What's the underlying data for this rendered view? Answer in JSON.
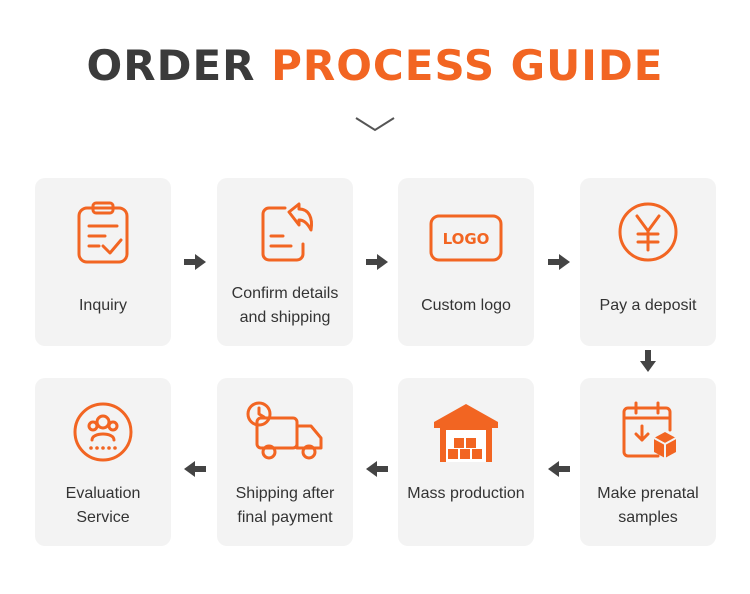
{
  "title": {
    "part1": "ORDER",
    "part2": "PROCESS GUIDE"
  },
  "colors": {
    "accent": "#f26522",
    "dark": "#3b3b3b",
    "card": "#f3f3f3",
    "arrow": "#444444"
  },
  "steps": [
    {
      "label": "Inquiry",
      "icon": "clipboard-check-icon"
    },
    {
      "label": "Confirm details and shipping",
      "icon": "document-reply-icon"
    },
    {
      "label": "Custom logo",
      "icon": "logo-badge-icon",
      "icon_text": "LOGO"
    },
    {
      "label": "Pay a deposit",
      "icon": "yen-coin-icon"
    },
    {
      "label": "Make prenatal samples",
      "icon": "calendar-box-icon"
    },
    {
      "label": "Mass production",
      "icon": "warehouse-icon"
    },
    {
      "label": "Shipping after final payment",
      "icon": "delivery-truck-icon"
    },
    {
      "label": "Evaluation Service",
      "icon": "rating-user-icon"
    }
  ]
}
